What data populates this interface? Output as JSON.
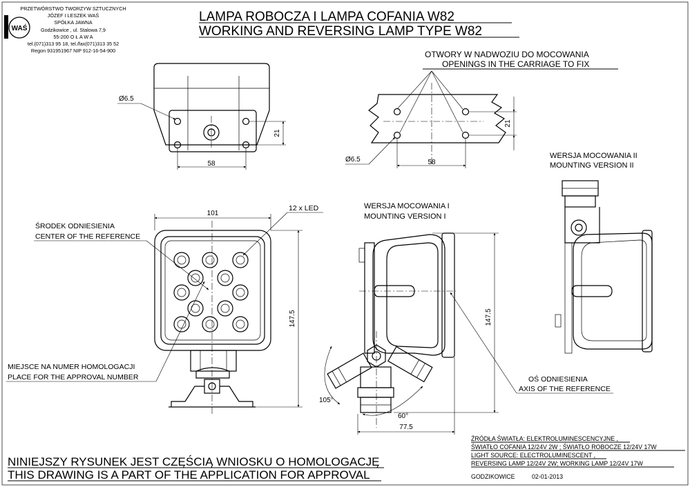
{
  "company": {
    "logo_text": "WAŚ",
    "lines": [
      "PRZETWÓRSTWO TWORZYW SZTUCZNYCH",
      "JÓZEF I LESZEK WAŚ",
      "SPÓŁKA JAWNA",
      "Godzikowice , ul. Stalowa 7,9",
      "55-200   O Ł A W A",
      "tel.(071)313 95 18, tel./fax(071)313 35 52",
      "Regon 931951967 NIP 912-16-54-900"
    ]
  },
  "title": {
    "line1": "LAMPA ROBOCZA I LAMPA COFANIA W82",
    "line2": "WORKING AND REVERSING LAMP TYPE W82"
  },
  "holes_label": {
    "line1": "OTWORY W NADWOZIU DO MOCOWANIA",
    "line2": "OPENINGS IN THE CARRIAGE TO FIX"
  },
  "dimensions": {
    "hole_dia_top": "Ø6.5",
    "hole_dia_panel": "Ø6.5",
    "spacing_58_top": "58",
    "spacing_58_panel": "58",
    "spacing_21_top": "21",
    "spacing_21_panel": "21",
    "width_101": "101",
    "height_147_front": "147.5",
    "height_147_side": "147.5",
    "depth_77": "77.5",
    "angle_105": "105°",
    "angle_60": "60°"
  },
  "led_label": "12 x LED",
  "reference_center": {
    "line1": "ŚRODEK ODNIESIENIA",
    "line2": "CENTER OF THE REFERENCE"
  },
  "approval_place": {
    "line1": "MIEJSCE NA NUMER HOMOLOGACJI",
    "line2": "PLACE FOR THE APPROVAL NUMBER"
  },
  "mounting_1": {
    "line1": "WERSJA MOCOWANIA I",
    "line2": "MOUNTING VERSION I"
  },
  "mounting_2": {
    "line1": "WERSJA MOCOWANIA II",
    "line2": "MOUNTING VERSION II"
  },
  "reference_axis": {
    "line1": "OŚ ODNIESIENIA",
    "line2": "AXIS OF THE REFERENCE"
  },
  "light_source": {
    "line1": "ŹRÓDŁA ŚWIATŁA: ELEKTROLUMINESCENCYJNE ,",
    "line2": "ŚWIATŁO COFANIA  12/24V  2W ; ŚWIATŁO ROBOCZE 12/24V 17W",
    "line3": "LIGHT SOURCE: ELECTROLUMINESCENT ,",
    "line4": "REVERSING LAMP  12/24V  2W; WORKING LAMP  12/24V  17W"
  },
  "footer": {
    "place": "GODZIKOWICE",
    "date": "02-01-2013"
  },
  "notice": {
    "line1": "NINIEJSZY RYSUNEK JEST CZĘŚCIĄ WNIOSKU O  HOMOLOGACJĘ",
    "line2": "THIS DRAWING IS A PART OF THE APPLICATION FOR  APPROVAL"
  }
}
